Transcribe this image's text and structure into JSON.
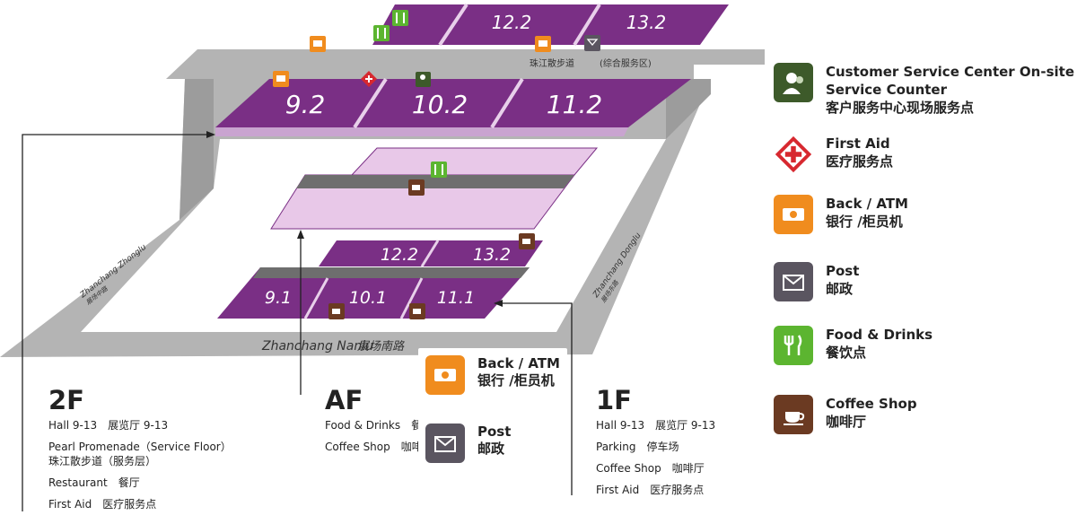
{
  "map": {
    "halls_2f": [
      "9.2",
      "10.2",
      "11.2"
    ],
    "halls_2f_top": [
      "12.2",
      "13.2"
    ],
    "halls_1f_back": [
      "12.2",
      "13.2"
    ],
    "halls_1f": [
      "9.1",
      "10.1",
      "11.1"
    ],
    "promenade_label": "珠江散步道",
    "service_area_label": "(综合服务区)",
    "road_south_en": "Zhanchang Nanlu",
    "road_south_cn": "展场南路",
    "road_west_en": "Zhanchang Zhonglu",
    "road_west_cn": "展场中路",
    "road_east_en": "Zhanchang Donglu",
    "road_east_cn": "展场东路"
  },
  "legend": [
    {
      "icon": "customer-service-icon",
      "color": "#3d5a2a",
      "en": "Customer Service Center On-site Service Counter",
      "cn": "客户服务中心现场服务点"
    },
    {
      "icon": "first-aid-icon",
      "color": "#d7282f",
      "en": "First Aid",
      "cn": "医疗服务点"
    },
    {
      "icon": "atm-icon",
      "color": "#f08c1e",
      "en": "Back / ATM",
      "cn": "银行 /柜员机"
    },
    {
      "icon": "post-icon",
      "color": "#5a5560",
      "en": "Post",
      "cn": "邮政"
    },
    {
      "icon": "food-drinks-icon",
      "color": "#5cb530",
      "en": "Food & Drinks",
      "cn": "餐饮点"
    },
    {
      "icon": "coffee-shop-icon",
      "color": "#6b3a22",
      "en": "Coffee Shop",
      "cn": "咖啡厅"
    }
  ],
  "floors": {
    "f2": {
      "title": "2F",
      "items": [
        "Hall 9-13　展览厅 9-13",
        "Pearl Promenade（Service Floor）",
        "珠江散步道（服务层）",
        "Restaurant　餐厅",
        "First Aid　医疗服务点"
      ]
    },
    "af": {
      "title": "AF",
      "items": [
        "Food & Drinks　餐",
        "Coffee Shop　咖啡"
      ]
    },
    "f1": {
      "title": "1F",
      "items": [
        "Hall 9-13　展览厅 9-13",
        "Parking　停车场",
        "Coffee Shop　咖啡厅",
        "First Aid　医疗服务点"
      ]
    }
  },
  "popup": [
    {
      "icon": "atm-icon",
      "color": "#f08c1e",
      "en": "Back / ATM",
      "cn": "银行 /柜员机"
    },
    {
      "icon": "post-icon",
      "color": "#5a5560",
      "en": "Post",
      "cn": "邮政"
    }
  ]
}
